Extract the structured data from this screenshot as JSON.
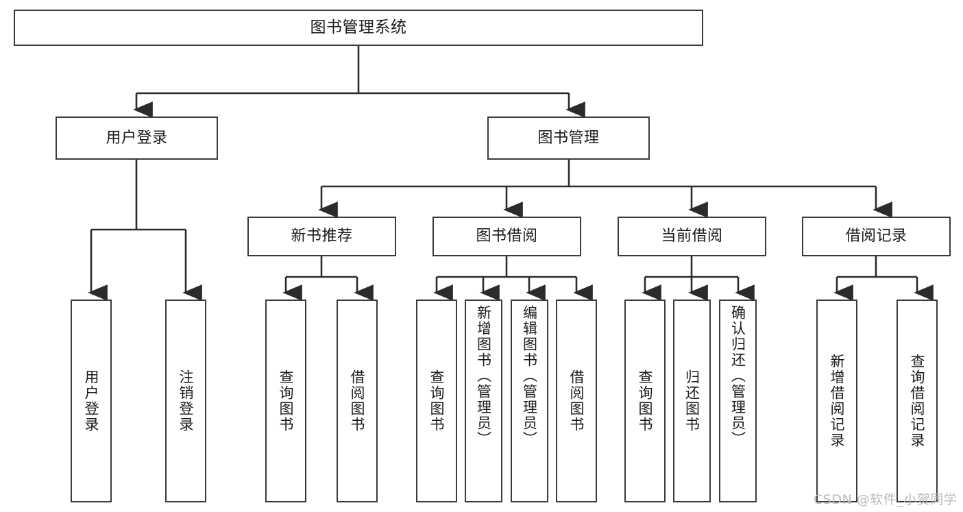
{
  "diagram": {
    "title": "图书管理系统",
    "type": "tree",
    "orientation": "top-down",
    "colors": {
      "box_border": "#3a3a3a",
      "box_fill": "#ffffff",
      "connector": "#2b2b2b",
      "text": "#1a1a1a",
      "watermark": "#b9b9b9"
    },
    "nodes": {
      "root": {
        "label": "图书管理系统"
      },
      "level2": [
        {
          "id": "user-login",
          "label": "用户登录"
        },
        {
          "id": "book-management",
          "label": "图书管理"
        }
      ],
      "level3": [
        {
          "id": "new-book-recommend",
          "label": "新书推荐"
        },
        {
          "id": "book-borrow",
          "label": "图书借阅"
        },
        {
          "id": "current-borrow",
          "label": "当前借阅"
        },
        {
          "id": "borrow-record",
          "label": "借阅记录"
        }
      ],
      "leaves": [
        {
          "id": "leaf-user-login",
          "parent": "user-login",
          "label": "用户登录"
        },
        {
          "id": "leaf-user-logout",
          "parent": "user-login",
          "label": "注销登录"
        },
        {
          "id": "leaf-query-book-1",
          "parent": "new-book-recommend",
          "label": "查询图书"
        },
        {
          "id": "leaf-borrow-book-1",
          "parent": "new-book-recommend",
          "label": "借阅图书"
        },
        {
          "id": "leaf-query-book-2",
          "parent": "book-borrow",
          "label": "查询图书"
        },
        {
          "id": "leaf-add-book",
          "parent": "book-borrow",
          "label": "新增图书（管理员）"
        },
        {
          "id": "leaf-edit-book",
          "parent": "book-borrow",
          "label": "编辑图书（管理员）"
        },
        {
          "id": "leaf-borrow-book-2",
          "parent": "book-borrow",
          "label": "借阅图书"
        },
        {
          "id": "leaf-query-book-3",
          "parent": "current-borrow",
          "label": "查询图书"
        },
        {
          "id": "leaf-return-book",
          "parent": "current-borrow",
          "label": "归还图书"
        },
        {
          "id": "leaf-confirm-return",
          "parent": "current-borrow",
          "label": "确认归还（管理员）"
        },
        {
          "id": "leaf-add-record",
          "parent": "borrow-record",
          "label": "新增借阅记录"
        },
        {
          "id": "leaf-query-record",
          "parent": "borrow-record",
          "label": "查询借阅记录"
        }
      ]
    }
  },
  "watermark": {
    "text": "CSDN @软件_小贺同学"
  }
}
